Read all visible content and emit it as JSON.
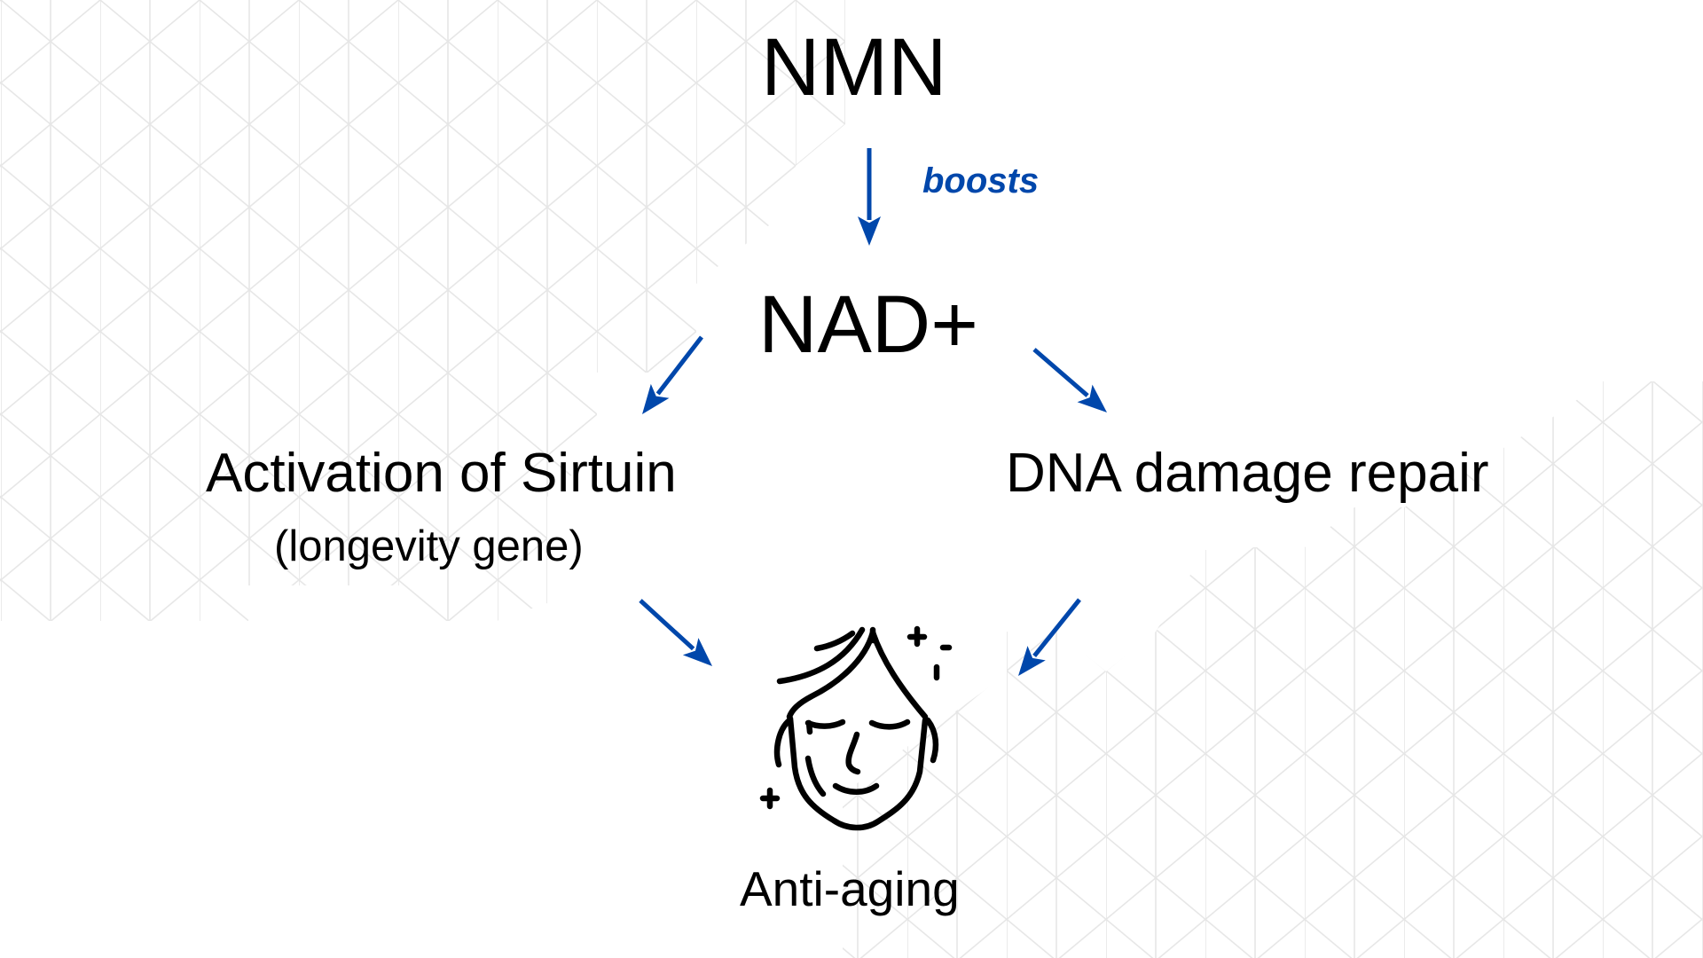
{
  "diagram": {
    "title_node": "NMN",
    "edges": [
      {
        "from": "NMN",
        "to": "NAD+",
        "label": "boosts"
      },
      {
        "from": "NAD+",
        "to": "Activation of Sirtuin"
      },
      {
        "from": "NAD+",
        "to": "DNA damage repair"
      },
      {
        "from": "Activation of Sirtuin",
        "to": "Anti-aging"
      },
      {
        "from": "DNA damage repair",
        "to": "Anti-aging"
      }
    ],
    "nodes": {
      "nmn": "NMN",
      "nad": "NAD+",
      "sirtuin": "Activation of Sirtuin",
      "sirtuin_sub": "(longevity gene)",
      "dna": "DNA damage repair",
      "anti_aging": "Anti-aging"
    },
    "edge_label_boosts": "boosts",
    "icons": {
      "outcome": "face-with-sparkles-icon"
    },
    "colors": {
      "arrow": "#0047ab",
      "label_accent": "#0047ab",
      "text": "#000000",
      "background": "#ffffff",
      "grid_lines": "#e6e6e6"
    }
  }
}
